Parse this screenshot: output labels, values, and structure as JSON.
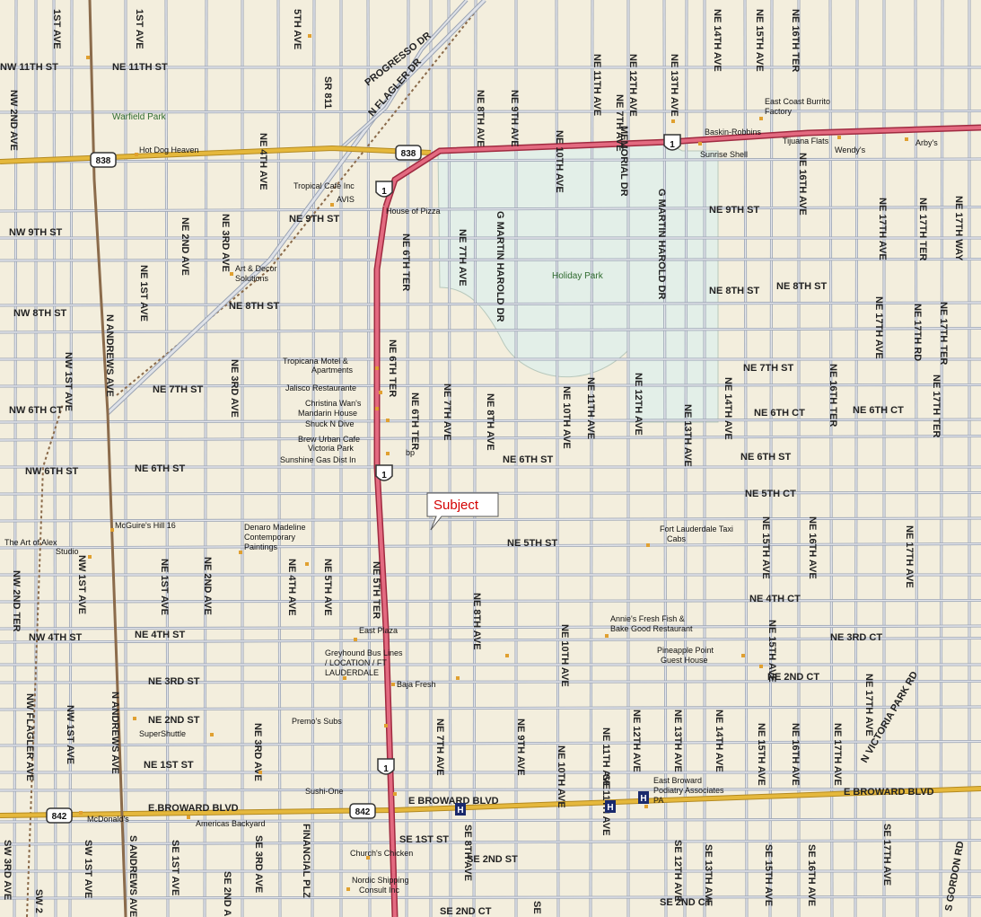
{
  "colors": {
    "land": "#f3eedd",
    "park": "#e3efe8",
    "street": "#c9cdd6",
    "street_edge": "#9aa3b3",
    "major": "#e5b83c",
    "us1": "#d4435d",
    "rail": "#8a6a4a",
    "poi": "#e0a030",
    "label": "#222222",
    "callout": "#d40000"
  },
  "callout": {
    "label": "Subject"
  },
  "parks": [
    {
      "name": "Holiday Park"
    },
    {
      "name": "Warfield Park"
    }
  ],
  "shields": [
    {
      "text": "838"
    },
    {
      "text": "838"
    },
    {
      "text": "1"
    },
    {
      "text": "1"
    },
    {
      "text": "1"
    },
    {
      "text": "1"
    },
    {
      "text": "842"
    },
    {
      "text": "842"
    }
  ],
  "hospital_marker": "H",
  "streets_h": [
    "NW 11TH ST",
    "NE 11TH ST",
    "NW 9TH ST",
    "NE 9TH ST",
    "NE 9TH ST",
    "NW 8TH ST",
    "NE 8TH ST",
    "NE 8TH ST",
    "NE 8TH ST",
    "NE 7TH ST",
    "NE 7TH ST",
    "NW 6TH CT",
    "NE 6TH CT",
    "NE 6TH CT",
    "NW 6TH ST",
    "NE 6TH ST",
    "NE 6TH ST",
    "NE 6TH ST",
    "NE 5TH CT",
    "NE 5TH ST",
    "NE 4TH CT",
    "NW 4TH ST",
    "NE 4TH ST",
    "NE 3RD CT",
    "NE 3RD ST",
    "NE 2ND CT",
    "NE 2ND ST",
    "NE 1ST ST",
    "E.BROWARD BLVD",
    "E BROWARD BLVD",
    "E BROWARD BLVD",
    "SE 1ST ST",
    "SE 2ND ST",
    "SE 2ND CT",
    "SE 2ND CT"
  ],
  "streets_v": [
    "1ST AVE",
    "1ST AVE",
    "5TH AVE",
    "NW 2ND AVE",
    "NE 4TH AVE",
    "NE 2ND AVE",
    "NE 3RD AVE",
    "NE 1ST AVE",
    "N ANDREWS AVE",
    "NW 1ST AVE",
    "NE 3RD AVE",
    "SR 811",
    "NE 7TH AVE",
    "NE 8TH AVE",
    "NE 9TH AVE",
    "NE 10TH AVE",
    "NE 11TH AVE",
    "NE 12TH AVE",
    "NE 13TH AVE",
    "NE 14TH AVE",
    "NE 15TH AVE",
    "NE 16TH TER",
    "MEMORIAL DR",
    "G MARTIN HAROLD DR",
    "G MARTIN HAROLD DR",
    "NE 7TH AVE",
    "NE 6TH TER",
    "NE 6TH TER",
    "NE 6TH TER",
    "NE 7TH AVE",
    "NE 8TH AVE",
    "NE 10TH AVE",
    "NE 11TH AVE",
    "NE 12TH AVE",
    "NE 13TH AVE",
    "NE 14TH AVE",
    "NE 16TH AVE",
    "NE 17TH AVE",
    "NE 17TH TER",
    "NE 17TH WAY",
    "NE 17TH AVE",
    "NE 17TH RD",
    "NE 17TH TER",
    "NE 16TH TER",
    "NE 17TH TER",
    "NE 15TH AVE",
    "NE 16TH AVE",
    "NE 17TH AVE",
    "NE 15TH AVE",
    "NE 17TH AVE",
    "N VICTORIA PARK RD",
    "S GORDON RD",
    "NW 2ND TER",
    "NW 1ST AVE",
    "NE 1ST AVE",
    "NE 2ND AVE",
    "NE 4TH AVE",
    "NE 5TH AVE",
    "NE 5TH TER",
    "NE 8TH AVE",
    "NE 10TH AVE",
    "NE 3RD AVE",
    "NW FLAGLER AVE",
    "NW 1ST AVE",
    "N ANDREWS AVE",
    "NE 7TH AVE",
    "NE 9TH AVE",
    "NE 10TH AVE",
    "NE 11TH AVE",
    "NE 12TH AVE",
    "NE 13TH AVE",
    "NE 14TH AVE",
    "NE 15TH AVE",
    "NE 16TH AVE",
    "NE 17TH AVE",
    "SE 8TH AVE",
    "SE 11TH AVE",
    "SE 12TH AVE",
    "SE 13TH AVE",
    "SE 15TH AVE",
    "SE 16TH AVE",
    "SE 17TH AVE",
    "SW 3RD AVE",
    "SW 2",
    "SW 1ST AVE",
    "S ANDREWS AVE",
    "SE 1ST AVE",
    "SE 2ND A",
    "SE 3RD AVE",
    "FINANCIAL PLZ",
    "SE"
  ],
  "diagonal_roads": [
    "PROGRESSO DR",
    "N FLAGLER DR"
  ],
  "pois": [
    "Warfield Park",
    "Hot Dog Heaven",
    "Tropical Cafe Inc",
    "AVIS",
    "House of Pizza",
    "Art & Decor",
    "Solutions",
    "Tropicana Motel &",
    "Apartments",
    "Jalisco Restaurante",
    "Christina Wan's",
    "Mandarin House",
    "Shuck N Dive",
    "Brew Urban Cafe",
    "Victoria Park",
    "Sunshine Gas Dist In",
    "bp",
    "McGuire's Hill 16",
    "Denaro Madeline",
    "Contemporary",
    "Paintings",
    "The Art of Alex",
    "Studio",
    "East Plaza",
    "Greyhound Bus Lines",
    "/ LOCATION / FT",
    "LAUDERDALE",
    "Baja Fresh",
    "Premo's Subs",
    "SuperShuttle",
    "Sushi-One",
    "McDonald's",
    "Americas Backyard",
    "Church's Chicken",
    "Nordic Shipping",
    "Consult Inc",
    "Fort Lauderdale Taxi",
    "Cabs",
    "Annie's Fresh Fish &",
    "Bake Good Restaurant",
    "Pineapple Point",
    "Guest House",
    "East Broward",
    "Podiatry Associates",
    "PA",
    "East Coast Burrito",
    "Factory",
    "Wendy's",
    "Baskin-Robbins",
    "Arby's",
    "Tijuana Flats",
    "Sunrise Shell"
  ]
}
